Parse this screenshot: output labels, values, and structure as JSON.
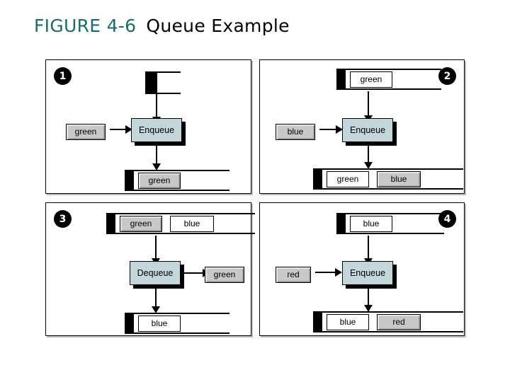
{
  "figure": {
    "label": "FIGURE 4-6",
    "name": "Queue Example",
    "label_color": "#1b6b6b",
    "name_color": "#000000"
  },
  "colors": {
    "operation_fill": "#c3d6da",
    "chip_gray": "#c8c8c8",
    "chip_white": "#ffffff",
    "ink": "#000000",
    "panel_shadow": "#b9b9b9"
  },
  "panels": [
    {
      "number": "1",
      "number_position": "left",
      "operation": "Enqueue",
      "input_chip": {
        "label": "green",
        "style": "gray"
      },
      "output_chip": null,
      "queue_before": {
        "empty": true,
        "items": []
      },
      "queue_after": {
        "empty": false,
        "items": [
          {
            "label": "green",
            "style": "gray"
          }
        ]
      }
    },
    {
      "number": "2",
      "number_position": "right",
      "operation": "Enqueue",
      "input_chip": {
        "label": "blue",
        "style": "gray"
      },
      "output_chip": null,
      "queue_before": {
        "empty": false,
        "items": [
          {
            "label": "green",
            "style": "white"
          }
        ]
      },
      "queue_after": {
        "empty": false,
        "items": [
          {
            "label": "green",
            "style": "white"
          },
          {
            "label": "blue",
            "style": "gray"
          }
        ]
      }
    },
    {
      "number": "3",
      "number_position": "left",
      "operation": "Dequeue",
      "input_chip": null,
      "output_chip": {
        "label": "green",
        "style": "gray"
      },
      "queue_before": {
        "empty": false,
        "items": [
          {
            "label": "green",
            "style": "gray"
          },
          {
            "label": "blue",
            "style": "white"
          }
        ]
      },
      "queue_after": {
        "empty": false,
        "items": [
          {
            "label": "blue",
            "style": "white"
          }
        ]
      }
    },
    {
      "number": "4",
      "number_position": "right",
      "operation": "Enqueue",
      "input_chip": {
        "label": "red",
        "style": "gray"
      },
      "output_chip": null,
      "queue_before": {
        "empty": false,
        "items": [
          {
            "label": "blue",
            "style": "white"
          }
        ]
      },
      "queue_after": {
        "empty": false,
        "items": [
          {
            "label": "blue",
            "style": "white"
          },
          {
            "label": "red",
            "style": "gray"
          }
        ]
      }
    }
  ]
}
